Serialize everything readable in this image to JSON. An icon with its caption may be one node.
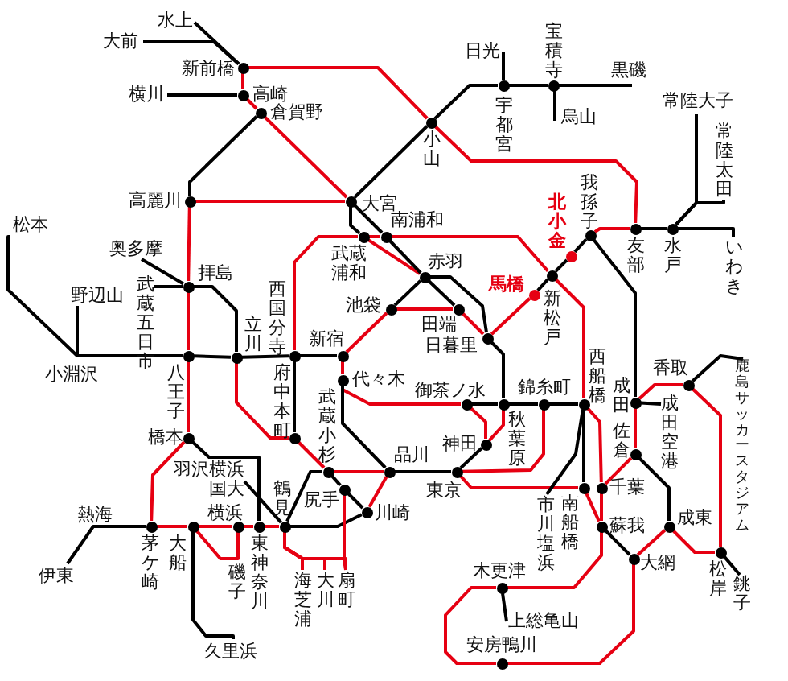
{
  "diagram": {
    "nodes": [
      {
        "text": [
          "水上"
        ]
      },
      {
        "text": [
          "大前"
        ]
      },
      {
        "text": [],
        "shape": "circle",
        "beside": [
          "新前橋"
        ]
      },
      {
        "text": [
          "横川"
        ]
      },
      {
        "text": [],
        "shape": "circle",
        "beside": [
          "高崎"
        ]
      },
      {
        "text": [],
        "shape": "circle",
        "beside": [
          "倉賀野"
        ]
      },
      {
        "text": [
          "日光"
        ]
      },
      {
        "text": [],
        "shape": "circle",
        "beside": [
          "宝積寺"
        ]
      },
      {
        "text": [
          "黒磯"
        ]
      },
      {
        "text": [],
        "shape": "circle",
        "beside": [
          "宇都宮"
        ]
      },
      {
        "text": [
          "烏山"
        ]
      },
      {
        "text": [],
        "shape": "circle",
        "beside": [
          "小山"
        ]
      },
      {
        "text": [
          "常陸大子"
        ]
      },
      {
        "text": [
          "常陸太田"
        ]
      },
      {
        "text": [],
        "shape": "circle",
        "beside": [
          "我孫子"
        ]
      },
      {
        "text": [],
        "shape": "circle",
        "beside": [
          "北小金"
        ]
      },
      {
        "text": [],
        "shape": "circle",
        "beside": [
          "友部"
        ]
      },
      {
        "text": [],
        "shape": "circle",
        "beside": [
          "水戸"
        ]
      },
      {
        "text": [
          "いわき"
        ]
      },
      {
        "text": [],
        "shape": "circle",
        "beside": [
          "大宮"
        ]
      },
      {
        "text": [],
        "shape": "circle",
        "beside": [
          "高麗川"
        ]
      },
      {
        "text": [],
        "shape": "circle",
        "beside": [
          "南浦和"
        ]
      },
      {
        "text": [],
        "shape": "circle",
        "beside": [
          "武蔵浦和"
        ]
      },
      {
        "text": [
          "奥多摩"
        ]
      },
      {
        "text": [],
        "shape": "circle",
        "beside": [
          "拝島"
        ]
      },
      {
        "text": [
          "武蔵五日市"
        ]
      },
      {
        "text": [
          "野辺山"
        ]
      },
      {
        "text": [
          "松本"
        ]
      },
      {
        "text": [],
        "shape": "circle",
        "beside": [
          "八王子"
        ]
      },
      {
        "text": [],
        "shape": "circle",
        "beside": [
          "立川"
        ]
      },
      {
        "text": [],
        "shape": "circle",
        "beside": [
          "西国分寺"
        ]
      },
      {
        "text": [],
        "shape": "circle",
        "beside": [
          "新宿"
        ]
      },
      {
        "text": [],
        "shape": "circle",
        "beside": [
          "池袋"
        ]
      },
      {
        "text": [],
        "shape": "circle",
        "beside": [
          "赤羽"
        ]
      },
      {
        "text": [],
        "shape": "circle",
        "beside": [
          "田端"
        ]
      },
      {
        "text": [],
        "shape": "circle",
        "beside": [
          "日暮里"
        ]
      },
      {
        "text": [],
        "shape": "circle",
        "beside": [
          "馬橋"
        ]
      },
      {
        "text": [],
        "shape": "circle",
        "beside": [
          "新松戸"
        ]
      },
      {
        "text": [],
        "shape": "circle",
        "beside": [
          "代々木"
        ]
      },
      {
        "text": [],
        "shape": "circle",
        "beside": [
          "御茶ノ水"
        ]
      },
      {
        "text": [],
        "shape": "circle",
        "beside": [
          "秋葉原"
        ]
      },
      {
        "text": [],
        "shape": "circle",
        "beside": [
          "錦糸町"
        ]
      },
      {
        "text": [],
        "shape": "circle",
        "beside": [
          "西船橋"
        ]
      },
      {
        "text": [],
        "shape": "circle",
        "beside": [
          "成田"
        ]
      },
      {
        "text": [
          "成田空港"
        ]
      },
      {
        "text": [],
        "shape": "circle",
        "beside": [
          "香取"
        ]
      },
      {
        "text": [
          "鹿島サッカースタジアム"
        ]
      },
      {
        "text": [],
        "shape": "circle",
        "beside": [
          "品川"
        ]
      },
      {
        "text": [],
        "shape": "circle",
        "beside": [
          "神田"
        ]
      },
      {
        "text": [],
        "shape": "circle",
        "beside": [
          "東京"
        ]
      },
      {
        "text": [],
        "shape": "circle",
        "beside": [
          "南船橋"
        ]
      },
      {
        "text": [
          "市川塩浜"
        ]
      },
      {
        "text": [],
        "shape": "circle",
        "beside": [
          "千葉"
        ]
      },
      {
        "text": [],
        "shape": "circle",
        "beside": [
          "蘇我"
        ]
      },
      {
        "text": [],
        "shape": "circle",
        "beside": [
          "佐倉"
        ]
      },
      {
        "text": [],
        "shape": "circle",
        "beside": [
          "成東"
        ]
      },
      {
        "text": [],
        "shape": "circle",
        "beside": [
          "大網"
        ]
      },
      {
        "text": [],
        "shape": "circle",
        "beside": [
          "松岸"
        ]
      },
      {
        "text": [
          "銚子"
        ]
      },
      {
        "text": [],
        "shape": "circle",
        "beside": [
          "木更津"
        ]
      },
      {
        "text": [
          "上総亀山"
        ]
      },
      {
        "text": [],
        "shape": "circle",
        "beside": [
          "安房鴨川"
        ]
      },
      {
        "text": [],
        "shape": "circle",
        "beside": [
          "武蔵小杉"
        ]
      },
      {
        "text": [],
        "shape": "circle",
        "beside": [
          "府中本町"
        ]
      },
      {
        "text": [],
        "shape": "circle",
        "beside": [
          "橋本"
        ]
      },
      {
        "text": [
          "羽沢横浜国大"
        ]
      },
      {
        "text": [],
        "shape": "circle",
        "beside": [
          "東神奈川"
        ]
      },
      {
        "text": [],
        "shape": "circle",
        "beside": [
          "横浜"
        ]
      },
      {
        "text": [],
        "shape": "circle",
        "beside": [
          "大船"
        ]
      },
      {
        "text": [],
        "shape": "circle",
        "beside": [
          "茅ケ崎"
        ]
      },
      {
        "text": [
          "伊東"
        ]
      },
      {
        "text": [
          "久里浜"
        ]
      },
      {
        "text": [],
        "shape": "circle",
        "beside": [
          "鶴見"
        ]
      },
      {
        "text": [],
        "shape": "circle",
        "beside": [
          "尻手"
        ]
      },
      {
        "text": [],
        "shape": "circle",
        "beside": [
          "川崎"
        ]
      },
      {
        "text": [
          "海芝浦"
        ]
      },
      {
        "text": [
          "大川"
        ]
      },
      {
        "text": [
          "扇町"
        ]
      }
    ],
    "edges": [
      {
        "from": 0,
        "to": 2,
        "arrow": "none"
      },
      {
        "from": 1,
        "to": 2,
        "arrow": "none"
      },
      {
        "from": 3,
        "to": 4,
        "arrow": "none"
      },
      {
        "from": 2,
        "to": 4,
        "arrow": "none",
        "color": "#e60012"
      },
      {
        "from": 4,
        "to": 5,
        "arrow": "none",
        "color": "#e60012"
      },
      {
        "from": 5,
        "to": 19,
        "arrow": "none",
        "color": "#e60012"
      },
      {
        "from": 5,
        "to": 20,
        "arrow": "none"
      },
      {
        "from": 20,
        "to": 19,
        "arrow": "none",
        "color": "#e60012"
      },
      {
        "from": 2,
        "to": 11,
        "arrow": "none",
        "color": "#e60012"
      },
      {
        "from": 11,
        "to": 16,
        "arrow": "none",
        "color": "#e60012"
      },
      {
        "from": 11,
        "to": 9,
        "arrow": "none"
      },
      {
        "from": 9,
        "to": 7,
        "arrow": "none"
      },
      {
        "from": 7,
        "to": 8,
        "arrow": "none"
      },
      {
        "from": 6,
        "to": 9,
        "arrow": "none"
      },
      {
        "from": 7,
        "to": 10,
        "arrow": "none"
      },
      {
        "from": 11,
        "to": 19,
        "arrow": "none"
      },
      {
        "from": 14,
        "to": 16,
        "arrow": "none",
        "color": "#e60012"
      },
      {
        "from": 16,
        "to": 17,
        "arrow": "none"
      },
      {
        "from": 17,
        "to": 18,
        "arrow": "none"
      },
      {
        "from": 17,
        "to": 12,
        "arrow": "none"
      },
      {
        "from": 17,
        "to": 13,
        "arrow": "none"
      },
      {
        "from": 14,
        "to": 43,
        "arrow": "none"
      },
      {
        "from": 15,
        "to": 14,
        "arrow": "none"
      },
      {
        "from": 37,
        "to": 15,
        "arrow": "none"
      },
      {
        "from": 36,
        "to": 37,
        "arrow": "none"
      },
      {
        "from": 35,
        "to": 36,
        "arrow": "none",
        "color": "#e60012"
      },
      {
        "from": 19,
        "to": 22,
        "arrow": "none"
      },
      {
        "from": 19,
        "to": 21,
        "arrow": "none"
      },
      {
        "from": 30,
        "to": 22,
        "arrow": "none",
        "color": "#e60012"
      },
      {
        "from": 22,
        "to": 21,
        "arrow": "none",
        "color": "#e60012"
      },
      {
        "from": 21,
        "to": 37,
        "arrow": "none",
        "color": "#e60012"
      },
      {
        "from": 37,
        "to": 42,
        "arrow": "none",
        "color": "#e60012"
      },
      {
        "from": 22,
        "to": 33,
        "arrow": "none",
        "color": "#e60012"
      },
      {
        "from": 21,
        "to": 33,
        "arrow": "none"
      },
      {
        "from": 33,
        "to": 32,
        "arrow": "none"
      },
      {
        "from": 33,
        "to": 34,
        "arrow": "none"
      },
      {
        "from": 33,
        "to": 35,
        "arrow": "none"
      },
      {
        "from": 32,
        "to": 34,
        "arrow": "none",
        "color": "#e60012"
      },
      {
        "from": 34,
        "to": 35,
        "arrow": "none",
        "color": "#e60012"
      },
      {
        "from": 31,
        "to": 32,
        "arrow": "none",
        "color": "#e60012"
      },
      {
        "from": 35,
        "to": 40,
        "arrow": "none"
      },
      {
        "from": 31,
        "to": 38,
        "arrow": "none",
        "color": "#e60012"
      },
      {
        "from": 38,
        "to": 39,
        "arrow": "none",
        "color": "#e60012"
      },
      {
        "from": 38,
        "to": 47,
        "arrow": "none"
      },
      {
        "from": 39,
        "to": 40,
        "arrow": "none"
      },
      {
        "from": 40,
        "to": 41,
        "arrow": "none"
      },
      {
        "from": 41,
        "to": 42,
        "arrow": "none"
      },
      {
        "from": 39,
        "to": 48,
        "arrow": "none",
        "color": "#e60012"
      },
      {
        "from": 40,
        "to": 48,
        "arrow": "none",
        "color": "#e60012"
      },
      {
        "from": 48,
        "to": 49,
        "arrow": "none"
      },
      {
        "from": 49,
        "to": 47,
        "arrow": "none"
      },
      {
        "from": 41,
        "to": 49,
        "arrow": "none",
        "color": "#e60012"
      },
      {
        "from": 49,
        "to": 50,
        "arrow": "none",
        "color": "#e60012"
      },
      {
        "from": 42,
        "to": 50,
        "arrow": "none"
      },
      {
        "from": 42,
        "to": 51,
        "arrow": "none"
      },
      {
        "from": 42,
        "to": 52,
        "arrow": "none",
        "color": "#e60012"
      },
      {
        "from": 50,
        "to": 53,
        "arrow": "none",
        "color": "#e60012"
      },
      {
        "from": 52,
        "to": 53,
        "arrow": "none",
        "color": "#e60012"
      },
      {
        "from": 53,
        "to": 59,
        "arrow": "none",
        "color": "#e60012"
      },
      {
        "from": 59,
        "to": 61,
        "arrow": "none",
        "color": "#e60012"
      },
      {
        "from": 61,
        "to": 56,
        "arrow": "none",
        "color": "#e60012"
      },
      {
        "from": 53,
        "to": 56,
        "arrow": "none"
      },
      {
        "from": 52,
        "to": 54,
        "arrow": "none",
        "color": "#e60012"
      },
      {
        "from": 43,
        "to": 54,
        "arrow": "none",
        "color": "#e60012"
      },
      {
        "from": 54,
        "to": 55,
        "arrow": "none"
      },
      {
        "from": 56,
        "to": 55,
        "arrow": "none",
        "color": "#e60012"
      },
      {
        "from": 55,
        "to": 57,
        "arrow": "none",
        "color": "#e60012"
      },
      {
        "from": 43,
        "to": 45,
        "arrow": "none",
        "color": "#e60012"
      },
      {
        "from": 45,
        "to": 57,
        "arrow": "none",
        "color": "#e60012"
      },
      {
        "from": 57,
        "to": 58,
        "arrow": "none"
      },
      {
        "from": 45,
        "to": 46,
        "arrow": "none"
      },
      {
        "from": 43,
        "to": 44,
        "arrow": "none"
      },
      {
        "from": 59,
        "to": 60,
        "arrow": "none"
      },
      {
        "from": 27,
        "to": 28,
        "arrow": "none"
      },
      {
        "from": 26,
        "to": 28,
        "arrow": "none"
      },
      {
        "from": 28,
        "to": 29,
        "arrow": "none"
      },
      {
        "from": 29,
        "to": 30,
        "arrow": "none"
      },
      {
        "from": 30,
        "to": 31,
        "arrow": "none"
      },
      {
        "from": 23,
        "to": 24,
        "arrow": "none"
      },
      {
        "from": 25,
        "to": 24,
        "arrow": "none"
      },
      {
        "from": 24,
        "to": 29,
        "arrow": "none"
      },
      {
        "from": 20,
        "to": 24,
        "arrow": "none",
        "color": "#e60012"
      },
      {
        "from": 24,
        "to": 28,
        "arrow": "none",
        "color": "#e60012"
      },
      {
        "from": 28,
        "to": 64,
        "arrow": "none",
        "color": "#e60012"
      },
      {
        "from": 64,
        "to": 69,
        "arrow": "none",
        "color": "#e60012"
      },
      {
        "from": 29,
        "to": 63,
        "arrow": "none",
        "color": "#e60012"
      },
      {
        "from": 30,
        "to": 63,
        "arrow": "none"
      },
      {
        "from": 63,
        "to": 62,
        "arrow": "none",
        "color": "#e60012"
      },
      {
        "from": 62,
        "to": 47,
        "arrow": "none",
        "color": "#e60012"
      },
      {
        "from": 62,
        "to": 73,
        "arrow": "none"
      },
      {
        "from": 73,
        "to": 74,
        "arrow": "none"
      },
      {
        "from": 72,
        "to": 62,
        "arrow": "none"
      },
      {
        "from": 72,
        "to": 74,
        "arrow": "none"
      },
      {
        "from": 47,
        "to": 74,
        "arrow": "none",
        "color": "#e60012"
      },
      {
        "from": 73,
        "to": 77,
        "arrow": "none",
        "color": "#e60012"
      },
      {
        "from": 72,
        "to": 75,
        "arrow": "none",
        "color": "#e60012"
      },
      {
        "from": 72,
        "to": 76,
        "arrow": "none",
        "color": "#e60012"
      },
      {
        "from": 72,
        "to": 77,
        "arrow": "none",
        "color": "#e60012"
      },
      {
        "from": 69,
        "to": 68,
        "arrow": "none",
        "color": "#e60012"
      },
      {
        "from": 68,
        "to": 67,
        "arrow": "none",
        "color": "#e60012"
      },
      {
        "from": 67,
        "to": 66,
        "arrow": "none",
        "color": "#e60012"
      },
      {
        "from": 66,
        "to": 72,
        "arrow": "none",
        "color": "#e60012"
      },
      {
        "from": 68,
        "to": 67,
        "arrow": "none",
        "color": "#e60012"
      },
      {
        "from": 68,
        "to": 71,
        "arrow": "none"
      },
      {
        "from": 70,
        "to": 69,
        "arrow": "none"
      },
      {
        "from": 64,
        "to": 66,
        "arrow": "none"
      },
      {
        "from": 65,
        "to": 72,
        "arrow": "none"
      }
    ],
    "labels": [
      "小淵沢",
      "熱海",
      "磯子"
    ]
  }
}
